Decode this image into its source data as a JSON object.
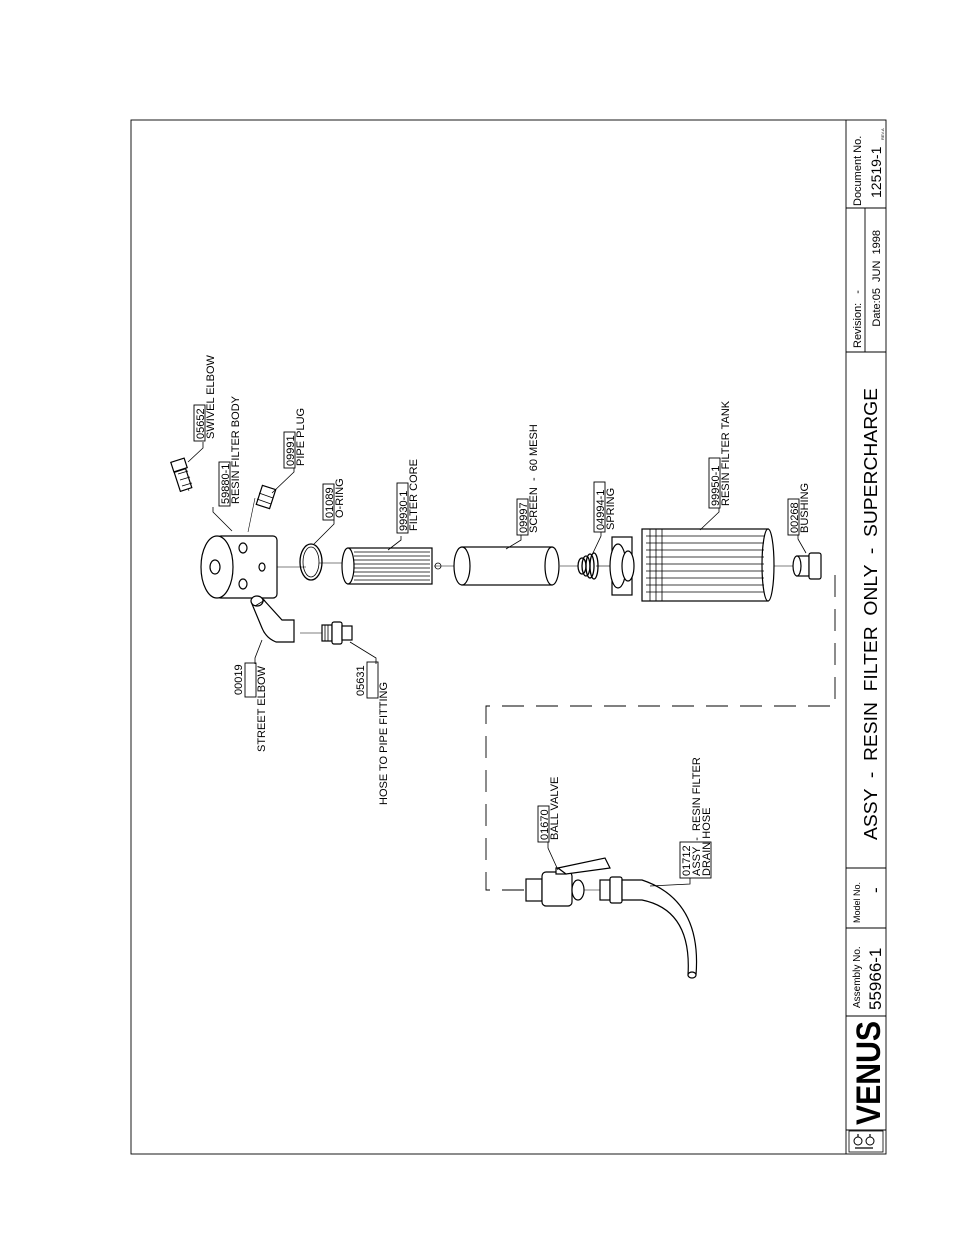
{
  "title_block": {
    "logo_text": "VENUS",
    "assembly_no_label": "Assembly No.",
    "assembly_no": "55966-1",
    "model_no_label": "Model No.",
    "model_no": "-",
    "title": "ASSY  -  RESIN  FILTER  ONLY  -  SUPERCHARGE",
    "revision_label": "Revision:",
    "revision": "-",
    "date_label": "Date:",
    "date": "05  JUN  1998",
    "document_no_label": "Document No.",
    "document_no": "12519-1",
    "page_mark": "REV.A"
  },
  "parts": [
    {
      "no": "05652",
      "desc": "SWIVEL ELBOW"
    },
    {
      "no": "59880-1",
      "desc": "RESIN FILTER BODY"
    },
    {
      "no": "09991",
      "desc": "PIPE PLUG"
    },
    {
      "no": "01089",
      "desc": "O-RING"
    },
    {
      "no": "99930-1",
      "desc": "FILTER CORE"
    },
    {
      "no": "09997",
      "desc": "SCREEN  -  60 MESH"
    },
    {
      "no": "04994-1",
      "desc": "SPRING"
    },
    {
      "no": "99950-1",
      "desc": "RESIN FILTER TANK"
    },
    {
      "no": "00268",
      "desc": "BUSHING"
    },
    {
      "no": "00019",
      "desc": "STREET ELBOW"
    },
    {
      "no": "05631",
      "desc": "HOSE TO PIPE FITTING"
    },
    {
      "no": "01670",
      "desc": "BALL VALVE"
    },
    {
      "no": "01712",
      "desc": "ASSY  -  RESIN FILTER",
      "desc2": "DRAIN HOSE"
    }
  ]
}
